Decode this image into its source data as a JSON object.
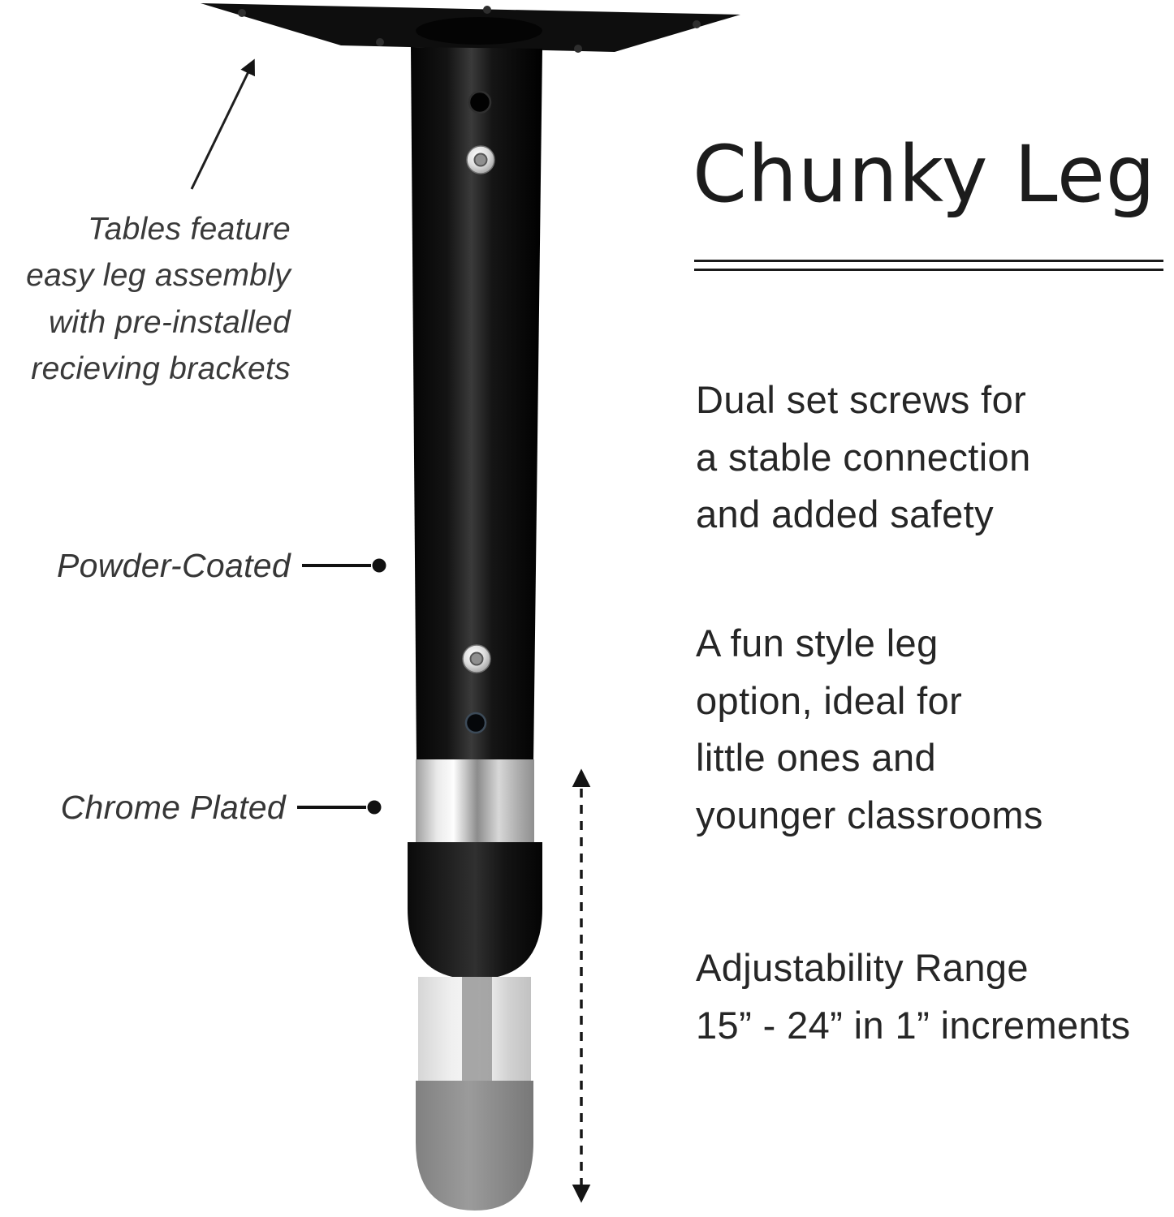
{
  "title": "Chunky Leg",
  "left_annotations": {
    "assembly_note_lines": [
      "Tables feature",
      "easy leg assembly",
      "with pre-installed",
      "recieving brackets"
    ],
    "powder_coated_label": "Powder-Coated",
    "chrome_plated_label": "Chrome Plated"
  },
  "features": [
    {
      "lines": [
        "Dual set screws for",
        "a stable connection",
        "and added safety"
      ]
    },
    {
      "lines": [
        "A fun style leg",
        "option, ideal for",
        "little ones and",
        "younger classrooms"
      ]
    },
    {
      "lines": [
        "Adjustability Range",
        "15” - 24” in 1” increments"
      ]
    }
  ],
  "colors": {
    "leg_black": "#0f0f0f",
    "chrome_silver": "#d6d6d6",
    "foot_gray": "#8d8d8d",
    "text_dark": "#262626"
  }
}
